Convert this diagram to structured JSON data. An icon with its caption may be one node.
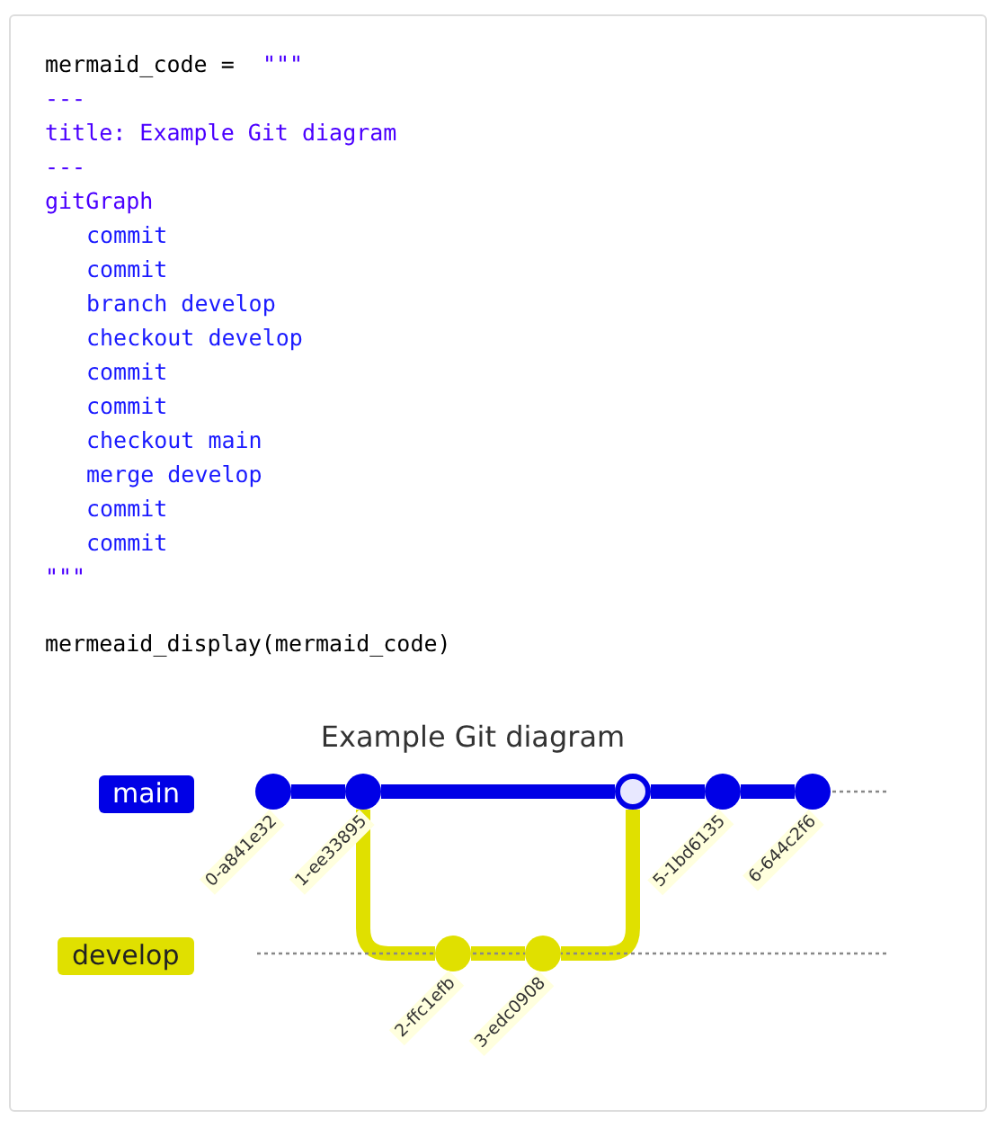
{
  "diagram": {
    "title": "Example Git diagram",
    "nodes": [
      {
        "text": [
          "main"
        ]
      },
      {
        "text": [
          "develop"
        ]
      },
      {
        "text": [],
        "shape": "circle",
        "beside": [
          "0-a841e32"
        ]
      },
      {
        "text": [],
        "shape": "circle",
        "beside": [
          "1-ee33895"
        ]
      },
      {
        "text": [],
        "shape": "circle",
        "beside": [
          "2-ffc1efb"
        ]
      },
      {
        "text": [],
        "shape": "circle",
        "beside": [
          "3-edc0908"
        ]
      },
      {
        "text": [],
        "shape": "circle"
      },
      {
        "text": [],
        "shape": "circle",
        "beside": [
          "5-1bd6135"
        ]
      },
      {
        "text": [],
        "shape": "circle",
        "beside": [
          "6-644c2f6"
        ]
      }
    ],
    "edges": [
      {
        "from": 2,
        "to": 3,
        "arrow": "none"
      },
      {
        "from": 3,
        "to": 6,
        "arrow": "none"
      },
      {
        "from": 6,
        "to": 7,
        "arrow": "none"
      },
      {
        "from": 7,
        "to": 8,
        "arrow": "none"
      },
      {
        "from": 3,
        "to": 4,
        "arrow": "none",
        "color": "#e0e000"
      },
      {
        "from": 4,
        "to": 5,
        "arrow": "none",
        "color": "#e0e000"
      },
      {
        "from": 5,
        "to": 6,
        "arrow": "none",
        "color": "#e0e000"
      }
    ],
    "labels": [
      "mermaid_code = ",
      "\"\"\"",
      "---",
      "title: Example Git diagram",
      "---",
      "gitGraph",
      "commit",
      "commit",
      "branch develop",
      "checkout develop",
      "commit",
      "commit",
      "checkout main",
      "merge develop",
      "commit",
      "commit",
      "\"\"\"",
      "mermeaid_display(mermaid_code)"
    ]
  }
}
